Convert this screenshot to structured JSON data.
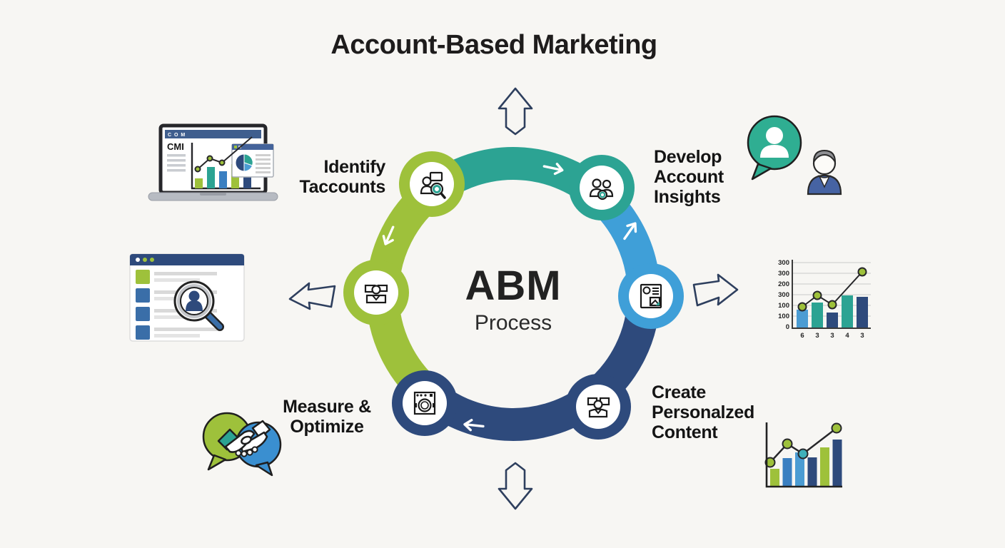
{
  "page": {
    "title": "Account-Based Marketing",
    "background": "#f7f6f3"
  },
  "center": {
    "title": "ABM",
    "subtitle": "Process"
  },
  "colors": {
    "green": "#9ec13b",
    "teal": "#2ca393",
    "light_blue": "#3f9fd8",
    "navy": "#2e4a7c",
    "ink": "#1d1d1f",
    "arrow_outline": "#2e3f5e"
  },
  "steps": [
    {
      "name": "identify-target-accounts",
      "label_lines": [
        "Identify",
        "Taccounts"
      ],
      "ring_color": "#9ec13b",
      "icon": "person-search-icon"
    },
    {
      "name": "develop-account-insights",
      "label_lines": [
        "Develop",
        "Account",
        "Insights"
      ],
      "ring_color": "#2ca393",
      "icon": "people-group-icon"
    },
    {
      "name": "account-profile",
      "ring_color": "#3f9fd8",
      "icon": "profile-document-icon"
    },
    {
      "name": "create-personalized-content",
      "label_lines": [
        "Create",
        "Personalzed",
        "Content"
      ],
      "ring_color": "#2e4a7c",
      "icon": "person-screens-icon"
    },
    {
      "name": "measure-optimize",
      "label_lines": [
        "Measure &",
        "Optimize"
      ],
      "ring_color": "#2e4a7c",
      "icon": "gauge-icon"
    },
    {
      "name": "engage-contacts",
      "ring_color": "#9ec13b",
      "icon": "person-panels-icon"
    }
  ],
  "illustrations": {
    "laptop_dashboard": {
      "name": "analytics-laptop",
      "header_text": "C O M",
      "label": "CMI",
      "chart": {
        "type": "bar+line",
        "values": [
          14,
          30,
          24,
          34,
          44
        ],
        "colors": [
          "#9ec13b",
          "#2ca393",
          "#3a7fc1",
          "#9ec13b",
          "#2e4a7c"
        ],
        "line_points": [
          [
            52,
            61
          ],
          [
            69,
            46
          ],
          [
            86,
            52
          ],
          [
            128,
            16
          ]
        ],
        "dot_indices": [
          0,
          1,
          2
        ],
        "dot_color": "#9ec13b"
      }
    },
    "account_list": {
      "name": "account-list-search",
      "row_colors": [
        "#9ec13b",
        "#3a6ea8",
        "#3a6ea8",
        "#3a6ea8"
      ]
    },
    "handshake": {
      "name": "partnership-handshake",
      "bubble_colors": [
        "#9ec13b",
        "#3a8fd0"
      ]
    },
    "customer_chat": {
      "name": "customer-persona-chat",
      "bubble_color": "#2fae92"
    },
    "kpi_chart": {
      "name": "kpi-bar-line-chart",
      "type": "bar+line",
      "y_ticks": [
        "300",
        "300",
        "200",
        "300",
        "100",
        "100",
        "0"
      ],
      "x_ticks": [
        "6",
        "3",
        "3",
        "4",
        "3"
      ],
      "values": [
        26,
        36,
        22,
        46,
        44
      ],
      "colors": [
        "#4b9cd3",
        "#2ca393",
        "#2e4a7c",
        "#2ca393",
        "#2e4a7c"
      ],
      "line_points": [
        [
          38,
          74
        ],
        [
          59,
          58
        ],
        [
          80,
          71
        ],
        [
          122,
          25
        ]
      ],
      "dot_color": "#9ec13b"
    },
    "growth_chart": {
      "name": "growth-bar-line-chart",
      "type": "bar+line",
      "values": [
        25,
        40,
        48,
        41,
        55,
        66
      ],
      "colors": [
        "#9ec13b",
        "#3a7fc1",
        "#4b9cd3",
        "#2e4a7c",
        "#9ec13b",
        "#2e4a7c"
      ],
      "line_points": [
        [
          15,
          58
        ],
        [
          39,
          32
        ],
        [
          61,
          46
        ],
        [
          108,
          10
        ]
      ],
      "dot_colors": [
        "#9ec13b",
        "#9ec13b",
        "#3fb0ba",
        "#9ec13b"
      ]
    }
  }
}
